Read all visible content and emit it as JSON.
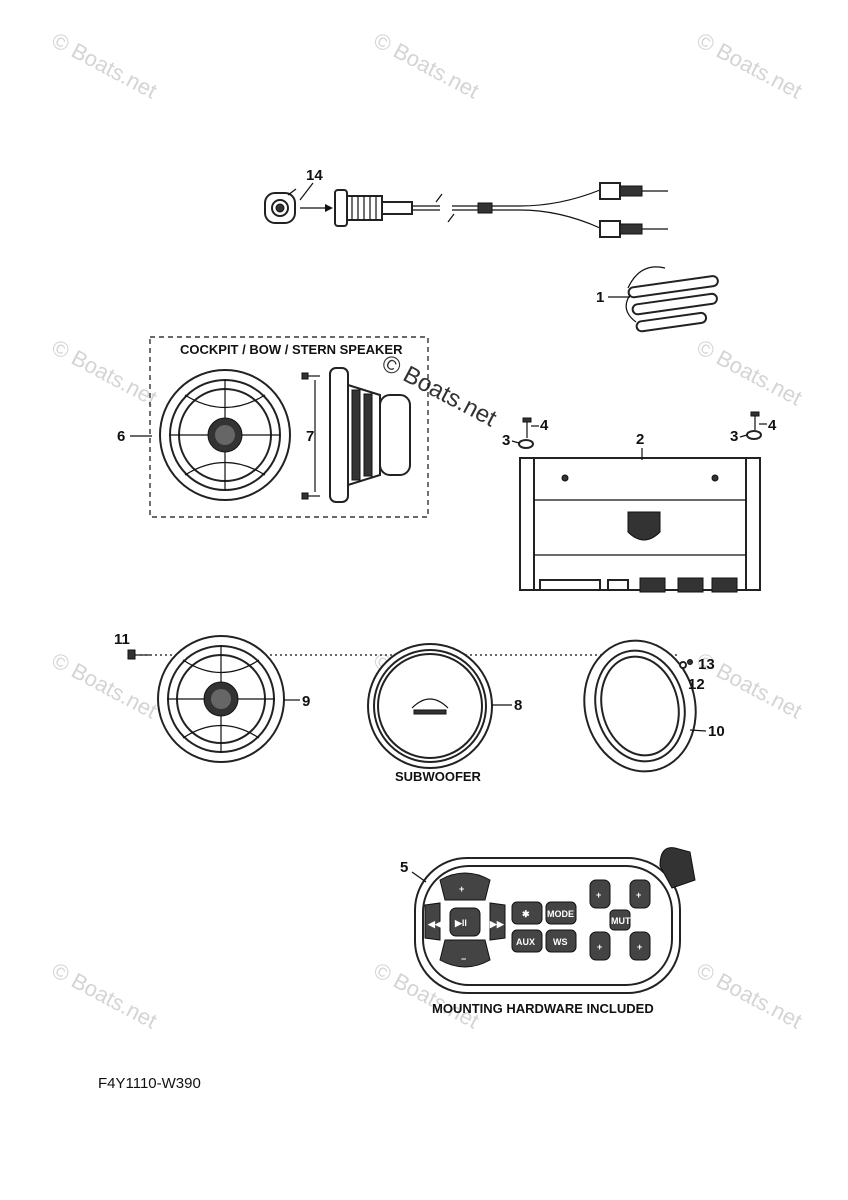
{
  "watermark": "© Boats.net",
  "labels": {
    "cockpit": "COCKPIT / BOW / STERN SPEAKER",
    "subwoofer": "SUBWOOFER",
    "mounting": "MOUNTING HARDWARE INCLUDED"
  },
  "callouts": [
    "1",
    "2",
    "3",
    "4",
    "5",
    "6",
    "7",
    "8",
    "9",
    "10",
    "11",
    "12",
    "13",
    "14"
  ],
  "remote_buttons": {
    "aux": "AUX",
    "mode": "MODE",
    "ws": "WS",
    "mute": "MUTE"
  },
  "diagram_code": "F4Y1110-W390"
}
